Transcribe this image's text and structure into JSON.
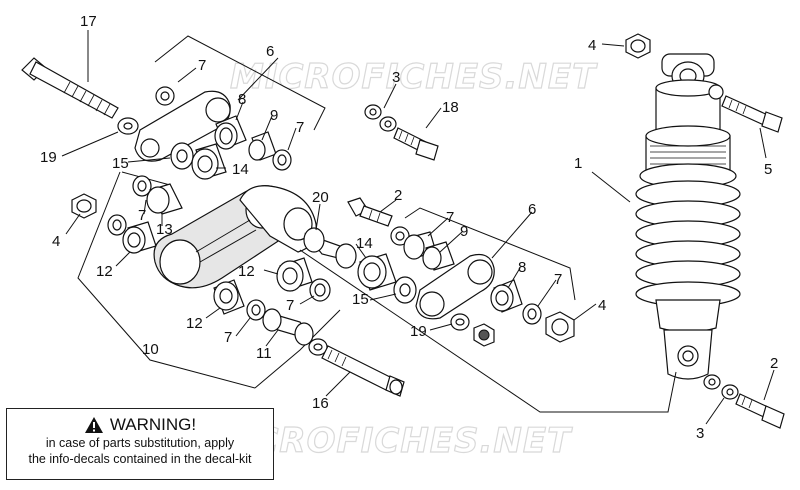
{
  "watermark": {
    "text": "MICROFICHES.NET"
  },
  "callouts": [
    "1",
    "2",
    "2",
    "3",
    "3",
    "4",
    "4",
    "4",
    "5",
    "6",
    "6",
    "7",
    "7",
    "7",
    "7",
    "7",
    "7",
    "7",
    "8",
    "8",
    "9",
    "9",
    "10",
    "11",
    "12",
    "12",
    "12",
    "13",
    "14",
    "14",
    "15",
    "15",
    "16",
    "17",
    "18",
    "19",
    "19",
    "20"
  ],
  "warning": {
    "title": "WARNING!",
    "line1": "in case of parts substitution, apply",
    "line2": "the info-decals contained in the decal-kit"
  }
}
